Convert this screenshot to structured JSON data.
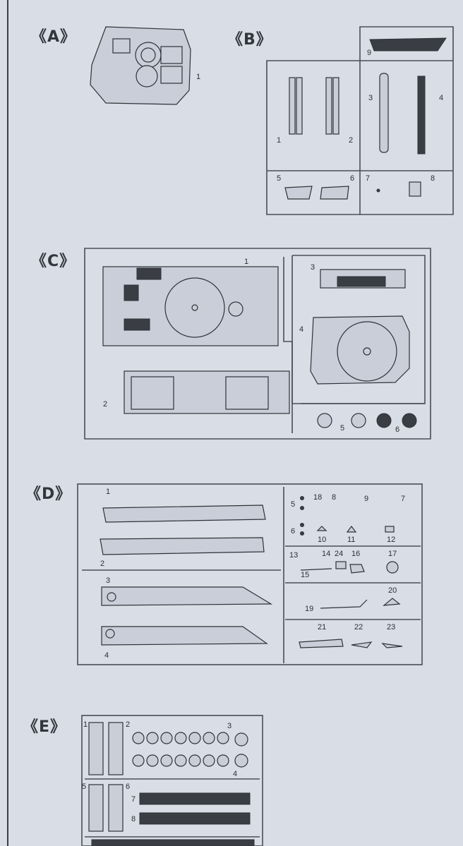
{
  "sections": [
    {
      "label": "《A》",
      "numbers": [
        "1"
      ]
    },
    {
      "label": "《B》",
      "numbers": [
        "1",
        "2",
        "3",
        "4",
        "5",
        "6",
        "7",
        "8",
        "9"
      ]
    },
    {
      "label": "《C》",
      "numbers": [
        "1",
        "2",
        "3",
        "4",
        "5",
        "6"
      ]
    },
    {
      "label": "《D》",
      "numbers": [
        "1",
        "2",
        "3",
        "4",
        "5",
        "6",
        "7",
        "8",
        "9",
        "10",
        "11",
        "12",
        "13",
        "14",
        "15",
        "16",
        "17",
        "18",
        "19",
        "20",
        "21",
        "22",
        "23",
        "24"
      ]
    },
    {
      "label": "《E》",
      "numbers": [
        "1",
        "2",
        "3",
        "4",
        "5",
        "6",
        "7",
        "8"
      ]
    }
  ],
  "colors": {
    "paper": "#d9dde6",
    "ink": "#2f3238"
  }
}
